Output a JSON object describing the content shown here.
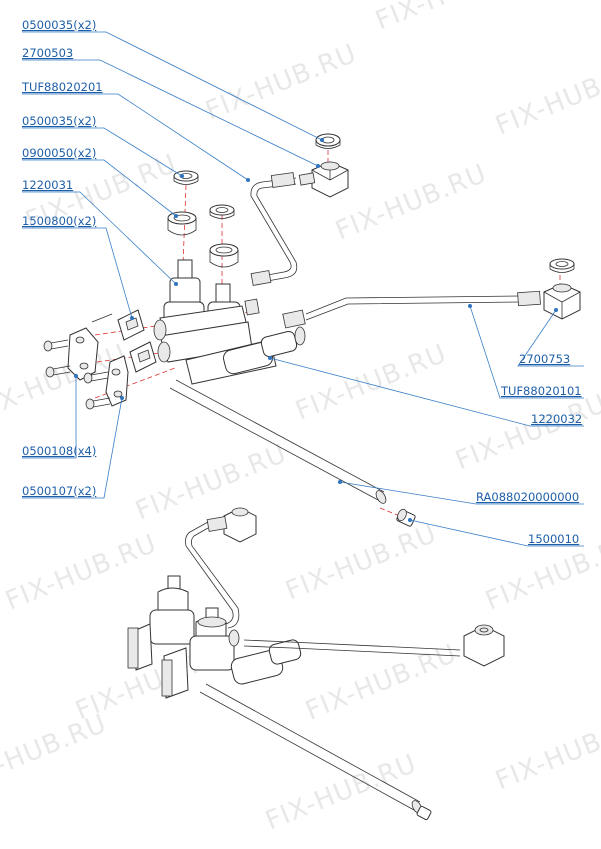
{
  "watermark": {
    "text": "FIX-HUB.RU",
    "color": "#e6e6e6"
  },
  "labels": [
    {
      "id": "l1",
      "text": "0500035(x2)"
    },
    {
      "id": "l2",
      "text": "2700503"
    },
    {
      "id": "l3",
      "text": "TUF88020201"
    },
    {
      "id": "l4",
      "text": "0500035(x2)"
    },
    {
      "id": "l5",
      "text": "0900050(x2)"
    },
    {
      "id": "l6",
      "text": "1220031"
    },
    {
      "id": "l7",
      "text": "1500800(x2)"
    },
    {
      "id": "l8",
      "text": "2700753"
    },
    {
      "id": "l9",
      "text": "TUF88020101"
    },
    {
      "id": "l10",
      "text": "1220032"
    },
    {
      "id": "l11",
      "text": "0500108(x4)"
    },
    {
      "id": "l12",
      "text": "0500107(x2)"
    },
    {
      "id": "l13",
      "text": "RA088020000000"
    },
    {
      "id": "l14",
      "text": "1500010"
    }
  ],
  "colors": {
    "label": "#1f5fa8",
    "leader": "#3a7fc7",
    "axis": "#dd3333",
    "ink": "#333333"
  }
}
